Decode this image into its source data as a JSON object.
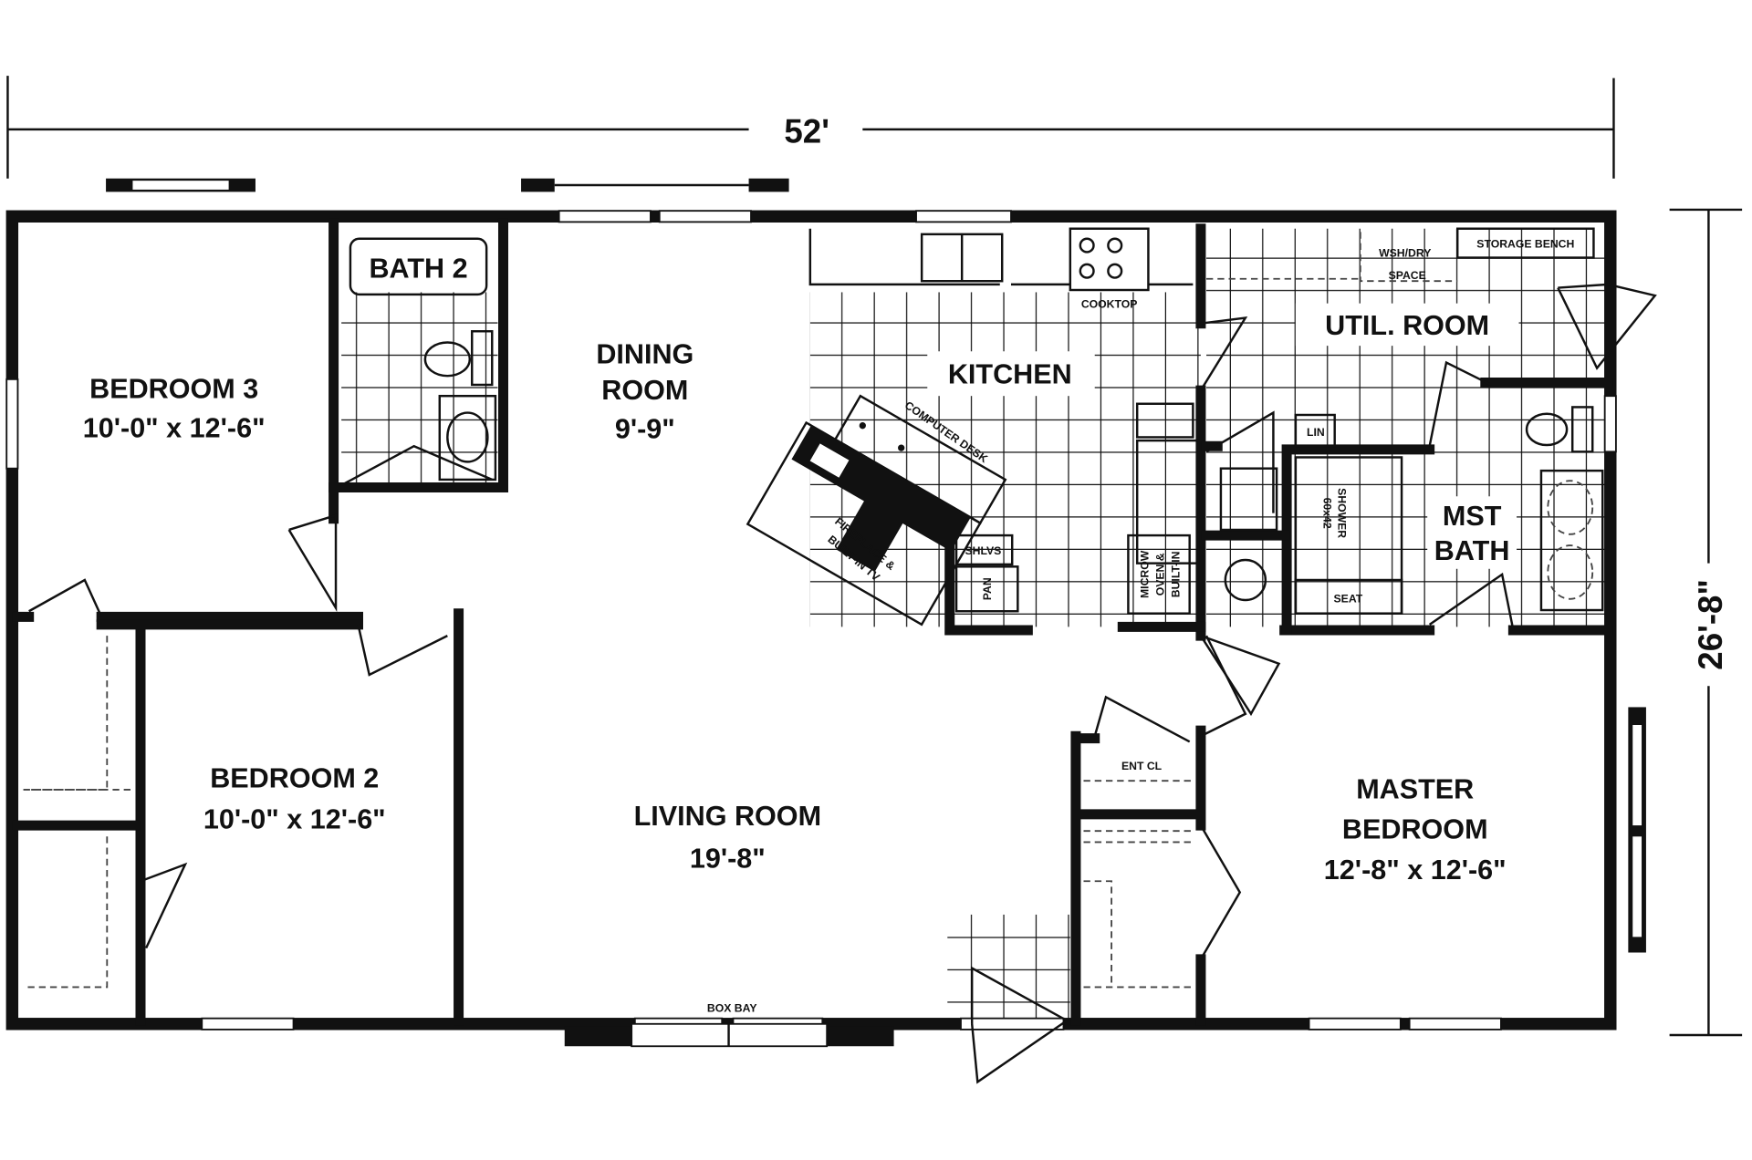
{
  "dimensions": {
    "width": "52'",
    "depth": "26'-8\""
  },
  "rooms": {
    "bedroom3": {
      "name": "BEDROOM 3",
      "size": "10'-0\" x 12'-6\""
    },
    "bath2": {
      "name": "BATH 2"
    },
    "dining": {
      "name1": "DINING",
      "name2": "ROOM",
      "size": "9'-9\""
    },
    "kitchen": {
      "name": "KITCHEN"
    },
    "util": {
      "name": "UTIL. ROOM"
    },
    "bedroom2": {
      "name": "BEDROOM 2",
      "size": "10'-0\" x 12'-6\""
    },
    "living": {
      "name": "LIVING ROOM",
      "size": "19'-8\""
    },
    "master": {
      "name1": "MASTER",
      "name2": "BEDROOM",
      "size": "12'-8\" x 12'-6\""
    },
    "mst_bath": {
      "name1": "MST",
      "name2": "BATH"
    }
  },
  "fixtures": {
    "cooktop": "COOKTOP",
    "storage_bench": "STORAGE BENCH",
    "wd_space1": "WSH/DRY",
    "wd_space2": "SPACE",
    "computer_desk": "COMPUTER DESK",
    "fireplace1": "FIREPLACE &",
    "fireplace2": "BUILT-IN TV",
    "shlvs": "SHLVS",
    "pan": "PAN",
    "microwave1": "MICROW",
    "microwave2": "OVEN &",
    "microwave3": "BUILT-IN",
    "lin": "LIN",
    "shower1": "60x42",
    "shower2": "SHOWER",
    "seat": "SEAT",
    "ent_cl": "ENT CL",
    "box_bay": "BOX BAY"
  }
}
